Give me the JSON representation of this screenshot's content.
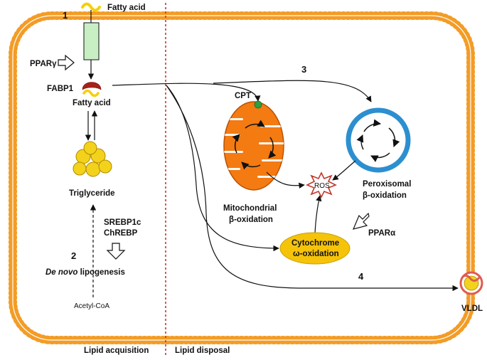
{
  "steps": {
    "one": "1",
    "two": "2",
    "three": "3",
    "four": "4"
  },
  "labels": {
    "fatty_acid_top": "Fatty acid",
    "ppar_gamma": "PPARγ",
    "fabp1": "FABP1",
    "fatty_acid_inner": "Fatty acid",
    "triglyceride": "Triglyceride",
    "srebp1c": "SREBP1c",
    "chrebp": "ChREBP",
    "de_novo_italic": "De novo",
    "lipogenesis": " lipogenesis",
    "acetyl_coa": "Acetyl-CoA",
    "cpt": "CPT",
    "ros": "ROS",
    "mito_line1": "Mitochondrial",
    "mito_line2": "β-oxidation",
    "perox_line1": "Peroxisomal",
    "perox_line2": "β-oxidation",
    "ppar_alpha": "PPARα",
    "cyto_line1": "Cytochrome",
    "cyto_line2": "ω-oxidation",
    "vldl": "VLDL",
    "lipid_acquisition": "Lipid acquisition",
    "lipid_disposal": "Lipid disposal"
  },
  "colors": {
    "membrane": "#F39C26",
    "mitochondrion": "#F47A12",
    "peroxisome_ring": "#2C8FD0",
    "cytochrome": "#F5C30A",
    "transporter": "#C8EFC4",
    "fatty_acid_chain": "#F5D000",
    "fabp1": "#A7201A",
    "triglyceride": "#F3D21B",
    "cpt_dot": "#2E9E3E",
    "divider": "#C0392B",
    "vldl_outer": "#E05A4F"
  }
}
